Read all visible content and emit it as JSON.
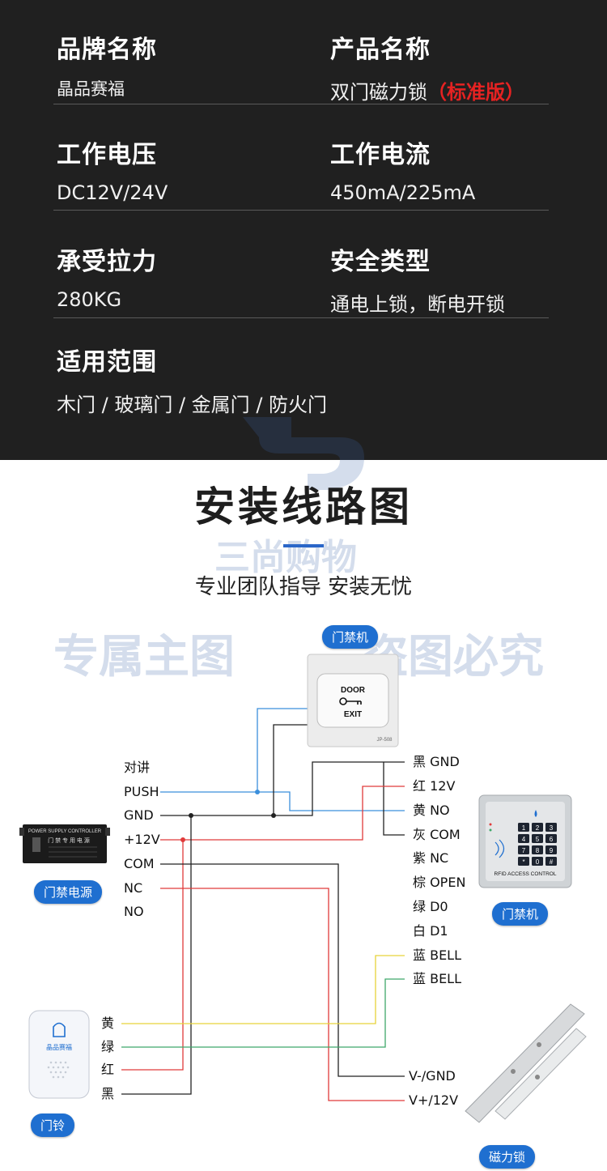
{
  "specs": {
    "brand_label": "品牌名称",
    "brand_value": "晶品赛福",
    "product_label": "产品名称",
    "product_value": "双门磁力锁",
    "product_edition": "（标准版）",
    "voltage_label": "工作电压",
    "voltage_value": "DC12V/24V",
    "current_label": "工作电流",
    "current_value": "450mA/225mA",
    "tension_label": "承受拉力",
    "tension_value": "280KG",
    "safety_label": "安全类型",
    "safety_value": "通电上锁，断电开锁",
    "scope_label": "适用范围",
    "scope_value": "木门 / 玻璃门 / 金属门 / 防火门"
  },
  "watermarks": {
    "store_name": "三尚购物",
    "left": "专属主图",
    "right": "盗图必究"
  },
  "diagram": {
    "title": "安装线路图",
    "subtitle": "专业团队指导 安装无忧",
    "devices": {
      "exit_button": "门禁机",
      "exit_button_text_top": "DOOR",
      "exit_button_text_bottom": "EXIT",
      "exit_button_model": "JP-508",
      "power_supply": "门禁电源",
      "power_supply_title": "POWER SUPPLY CONTROLLER",
      "power_supply_cn": "门 禁 专 用 电 源",
      "keypad": "门禁机",
      "keypad_caption": "RFID ACCESS CONTROL",
      "keypad_keys": [
        "1",
        "2",
        "3",
        "4",
        "5",
        "6",
        "7",
        "8",
        "9",
        "*",
        "0",
        "#"
      ],
      "doorbell": "门铃",
      "doorbell_brand": "晶品赛福",
      "maglock": "磁力锁"
    },
    "power_terminals": [
      "对讲",
      "PUSH",
      "GND",
      "+12V",
      "COM",
      "NC",
      "NO"
    ],
    "keypad_wires": [
      "黑 GND",
      "红 12V",
      "黄 NO",
      "灰 COM",
      "紫 NC",
      "棕 OPEN",
      "绿 D0",
      "白 D1",
      "蓝 BELL",
      "蓝 BELL"
    ],
    "doorbell_wires": [
      "黄",
      "绿",
      "红",
      "黑"
    ],
    "lock_wires": [
      "V-/GND",
      "V+/12V"
    ],
    "colors": {
      "blue_wire": "#3b8fdc",
      "black_wire": "#222222",
      "red_wire": "#e03a3a",
      "yellow_wire": "#e6d33a",
      "green_wire": "#3fa86a",
      "pill": "#1f6fd0",
      "accent_red": "#e52222"
    }
  }
}
